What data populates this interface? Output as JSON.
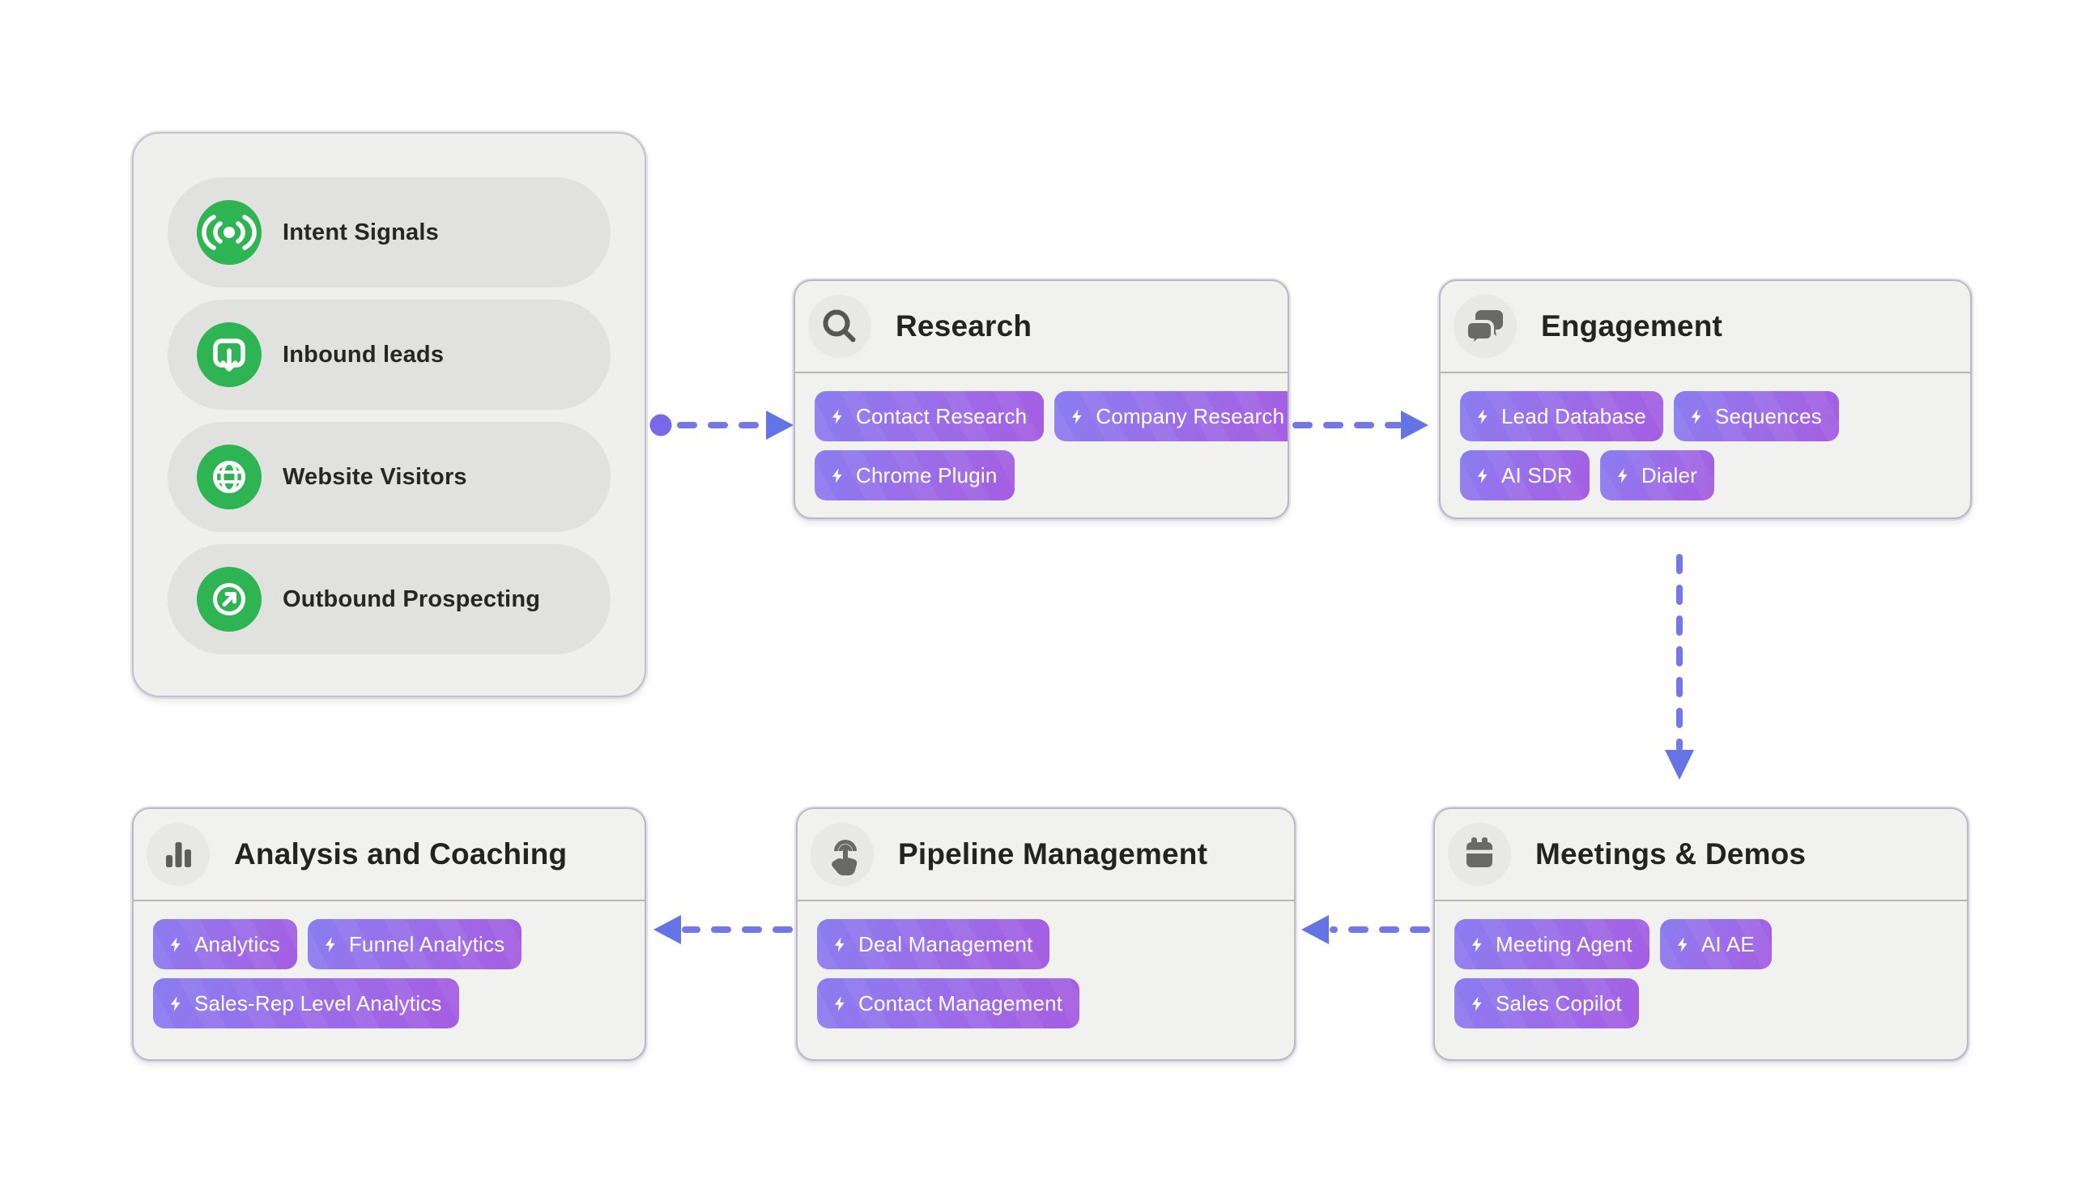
{
  "sources_panel": {
    "items": [
      {
        "label": "Intent Signals",
        "icon": "broadcast-icon"
      },
      {
        "label": "Inbound leads",
        "icon": "inbound-arrow-icon"
      },
      {
        "label": "Website Visitors",
        "icon": "globe-icon"
      },
      {
        "label": "Outbound Prospecting",
        "icon": "arrow-up-right-icon"
      }
    ]
  },
  "stages": {
    "research": {
      "title": "Research",
      "icon": "search-icon",
      "tags": [
        "Contact Research",
        "Company Research",
        "Chrome Plugin"
      ]
    },
    "engagement": {
      "title": "Engagement",
      "icon": "chat-bubbles-icon",
      "tags": [
        "Lead Database",
        "Sequences",
        "AI SDR",
        "Dialer"
      ]
    },
    "meetings": {
      "title": "Meetings & Demos",
      "icon": "calendar-icon",
      "tags": [
        "Meeting Agent",
        "AI AE",
        "Sales Copilot"
      ]
    },
    "pipeline": {
      "title": "Pipeline Management",
      "icon": "tap-icon",
      "tags": [
        "Deal Management",
        "Contact Management"
      ]
    },
    "analysis": {
      "title": "Analysis and Coaching",
      "icon": "bar-chart-icon",
      "tags": [
        "Analytics",
        "Funnel Analytics",
        "Sales-Rep Level Analytics"
      ]
    }
  },
  "flow": [
    {
      "from": "lead-sources",
      "to": "research"
    },
    {
      "from": "research",
      "to": "engagement"
    },
    {
      "from": "engagement",
      "to": "meetings"
    },
    {
      "from": "meetings",
      "to": "pipeline"
    },
    {
      "from": "pipeline",
      "to": "analysis"
    }
  ],
  "colors": {
    "source_icon_green": "#2eb452",
    "tag_gradient_start": "#8a7df0",
    "tag_gradient_end": "#a55de2",
    "arrow": "#7478e7",
    "arrow_head": "#6574e4",
    "arrow_dot": "#7a68e9"
  }
}
